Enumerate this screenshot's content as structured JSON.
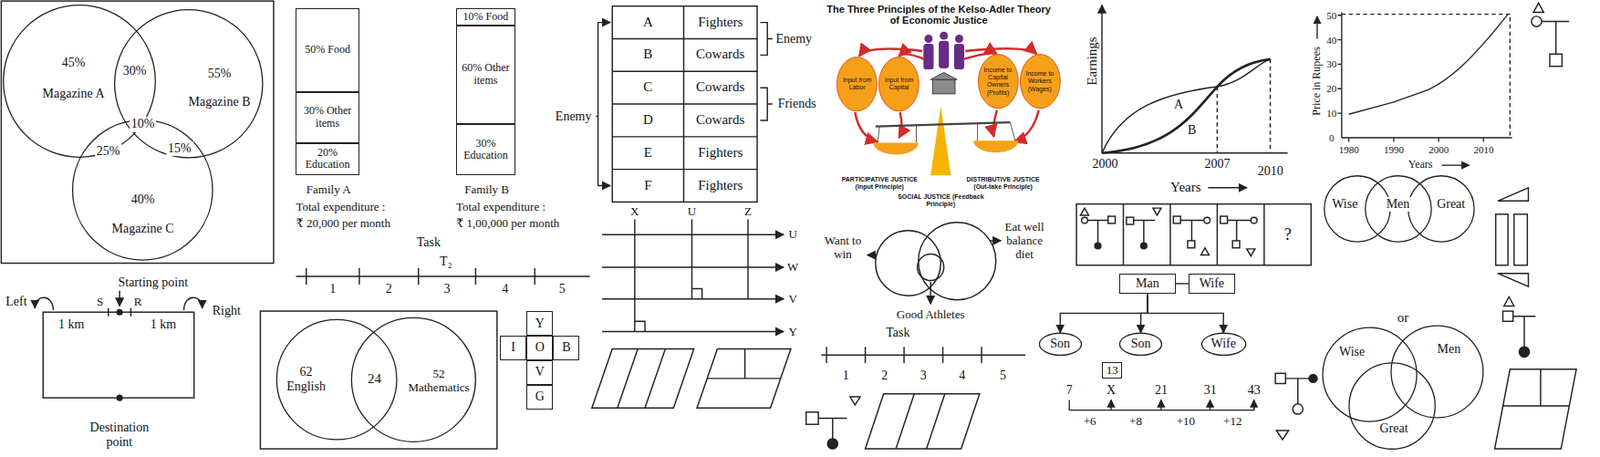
{
  "diagram": {
    "nodes": [
      {
        "text": [
          "45%",
          "Magazine A"
        ]
      },
      {
        "text": [
          "55%",
          "Magazine B"
        ]
      },
      {
        "text": [
          "40%",
          "Magazine C"
        ]
      },
      {
        "text": [
          "50% Food"
        ]
      },
      {
        "text": [
          "30% Other items"
        ]
      },
      {
        "text": [
          "20% Education"
        ]
      },
      {
        "text": [
          "10% Food"
        ]
      },
      {
        "text": [
          "60% Other items"
        ]
      },
      {
        "text": [
          "30% Education"
        ]
      },
      {
        "text": [
          "62 English"
        ]
      },
      {
        "text": [
          "52 Mathematics"
        ]
      },
      {
        "text": [
          "Y"
        ]
      },
      {
        "text": [
          "I"
        ]
      },
      {
        "text": [
          "O"
        ]
      },
      {
        "text": [
          "B"
        ]
      },
      {
        "text": [
          "V"
        ]
      },
      {
        "text": [
          "G"
        ]
      },
      {
        "text": [
          "Input from Labor"
        ]
      },
      {
        "text": [
          "Input from Capital"
        ]
      },
      {
        "text": [
          "Income to Capital Owners (Profits)"
        ]
      },
      {
        "text": [
          "Income to Workers (Wages)"
        ]
      },
      {
        "text": [
          "Man"
        ]
      },
      {
        "text": [
          "Wife"
        ]
      },
      {
        "text": [
          "Son"
        ]
      },
      {
        "text": [
          "Son"
        ]
      },
      {
        "text": [
          "Wife"
        ]
      },
      {
        "text": [
          "13"
        ]
      },
      {
        "text": [
          "Wise"
        ]
      },
      {
        "text": [
          "Men"
        ]
      },
      {
        "text": [
          "Great"
        ]
      },
      {
        "text": [
          "Wise"
        ]
      },
      {
        "text": [
          "Men"
        ]
      },
      {
        "text": [
          "Great"
        ]
      }
    ],
    "edges": [
      {
        "from": 21,
        "to": 22,
        "arrow": "none"
      },
      {
        "from": 21,
        "to": 23,
        "arrow": "to"
      },
      {
        "from": 21,
        "to": 24,
        "arrow": "to"
      },
      {
        "from": 21,
        "to": 25,
        "arrow": "to"
      }
    ],
    "labels": [
      "30%",
      "10%",
      "25%",
      "15%",
      "Starting point",
      "S",
      "R",
      "Left",
      "Right",
      "1 km",
      "1 km",
      "Destination point",
      "Family A",
      "Total expenditure :",
      "₹ 20,000 per month",
      "Family B",
      "Total expenditure :",
      "₹ 1,00,000 per month",
      "Task",
      "T₂",
      "1",
      "2",
      "3",
      "4",
      "5",
      "24",
      "A",
      "Fighters",
      "B",
      "Cowards",
      "C",
      "Cowards",
      "D",
      "Cowards",
      "E",
      "Fighters",
      "F",
      "Fighters",
      "Enemy",
      "Friends",
      "Enemy",
      "X",
      "U",
      "Z",
      "U",
      "W",
      "V",
      "Y",
      "The Three Principles of the Kelso-Adler Theory of Economic Justice",
      "PARTICIPATIVE JUSTICE (Input Principle)",
      "DISTRIBUTIVE JUSTICE (Out-take Principle)",
      "SOCIAL JUSTICE (Feedback Principle)",
      "Want to win",
      "Eat well balance diet",
      "Good Athletes",
      "Task",
      "1",
      "2",
      "3",
      "4",
      "5",
      "Earnings",
      "A",
      "B",
      "2000",
      "2007",
      "2010",
      "Years",
      "Price in Rupees",
      "50",
      "40",
      "30",
      "20",
      "10",
      "0",
      "1980",
      "1990",
      "2000",
      "2010",
      "Years",
      "?",
      "7",
      "X",
      "21",
      "31",
      "43",
      "+6",
      "+8",
      "+10",
      "+12",
      "or"
    ]
  }
}
